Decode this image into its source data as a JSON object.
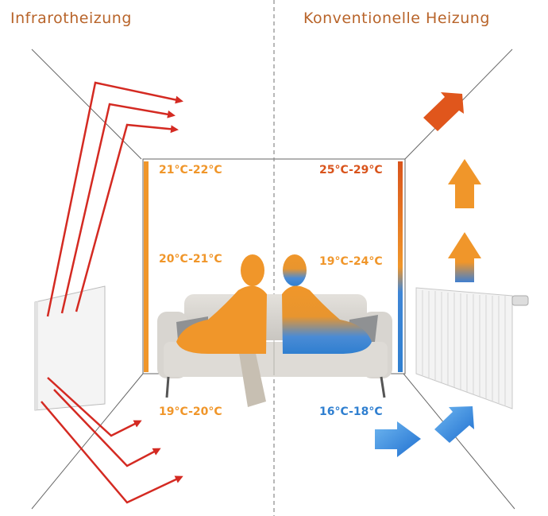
{
  "titles": {
    "left": "Infrarotheizung",
    "right": "Konventionelle Heizung"
  },
  "left_temps": {
    "top": "21°C-22°C",
    "middle": "20°C-21°C",
    "bottom": "19°C-20°C"
  },
  "right_temps": {
    "top": "25°C-29°C",
    "middle": "19°C-24°C",
    "bottom": "16°C-18°C"
  },
  "colors": {
    "title": "#b8642a",
    "orange": "#f0962a",
    "deep_orange": "#d9541c",
    "blue": "#2f7fd0",
    "red_arrow": "#d42a22"
  }
}
